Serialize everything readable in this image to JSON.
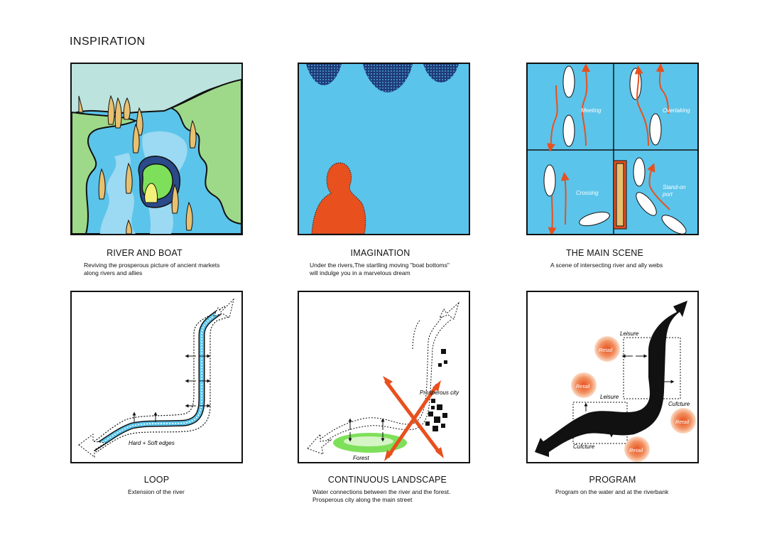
{
  "title": "INSPIRATION",
  "colors": {
    "water": "#5BC4EA",
    "light_water": "#9CD9F2",
    "land": "#9ED98A",
    "sky": "#BCE3DE",
    "orange": "#E8501E",
    "dark_blue": "#1E3A78"
  },
  "panels": [
    {
      "title": "RIVER AND BOAT",
      "desc": "Reviving the prosperous picture of ancient markets\nalong rivers and allies"
    },
    {
      "title": "IMAGINATION",
      "desc": "Under the rivers,The startling  moving \"boat bottoms\"\nwill indulge you in a marvelous dream"
    },
    {
      "title": "THE MAIN SCENE",
      "desc": "A scene of intersecting river and ally webs",
      "labels": {
        "meeting": "Meeting",
        "overtaking": "Overtaking",
        "crossing": "Crossing",
        "standon": "Stand-on",
        "port": "port"
      }
    },
    {
      "title": "LOOP",
      "desc": "Extension of the river",
      "labels": {
        "edges": "Hard  +  Soft edges"
      }
    },
    {
      "title": "CONTINUOUS LANDSCAPE",
      "desc": "Water connections between the river and the forest.\nProsperous city along the main street",
      "labels": {
        "city": "Prosperous city",
        "forest": "Forest"
      }
    },
    {
      "title": "PROGRAM",
      "desc": "Program on the water and at the riverbank",
      "labels": {
        "leisure1": "Leisure",
        "leisure2": "Leisure",
        "culture1": "Cufcture",
        "culture2": "Cufcture",
        "retail1": "Retail",
        "retail2": "Retail",
        "retail3": "Retail",
        "retail4": "Retail"
      }
    }
  ]
}
